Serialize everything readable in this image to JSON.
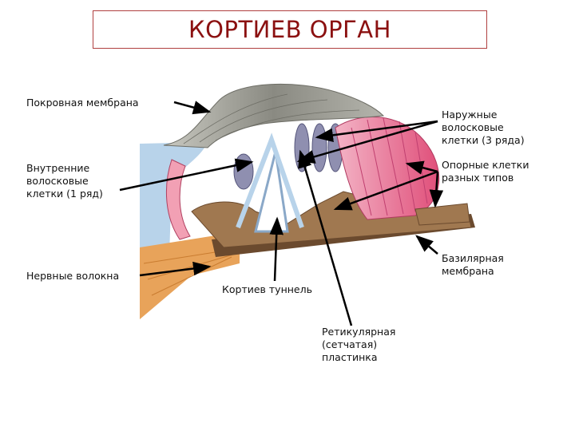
{
  "title": "КОРТИЕВ ОРГАН",
  "labels": {
    "tectorial_membrane": "Покровная мембрана",
    "outer_hair_cells": "Наружные\nволосковые\nклетки (3 ряда)",
    "inner_hair_cells": "Внутренние\nволосковые\nклетки (1 ряд)",
    "supporting_cells": "Опорные клетки\nразных типов",
    "nerve_fibers": "Нервные волокна",
    "basilar_membrane": "Базилярная\nмембрана",
    "corti_tunnel": "Кортиев туннель",
    "reticular_lamina": "Ретикулярная\n(сетчатая)\nпластинка"
  },
  "colors": {
    "title": "#8b1010",
    "title_border": "#b04040",
    "arrow": "#000000",
    "tectorial": "#9c9c94",
    "outer_cells": "#e46a8c",
    "support_cells": "#a07850",
    "basilar": "#6b4a2e",
    "nerve": "#e8a35a",
    "blue_region": "#b8d3ea",
    "hair_cells": "#8f8fb0"
  }
}
